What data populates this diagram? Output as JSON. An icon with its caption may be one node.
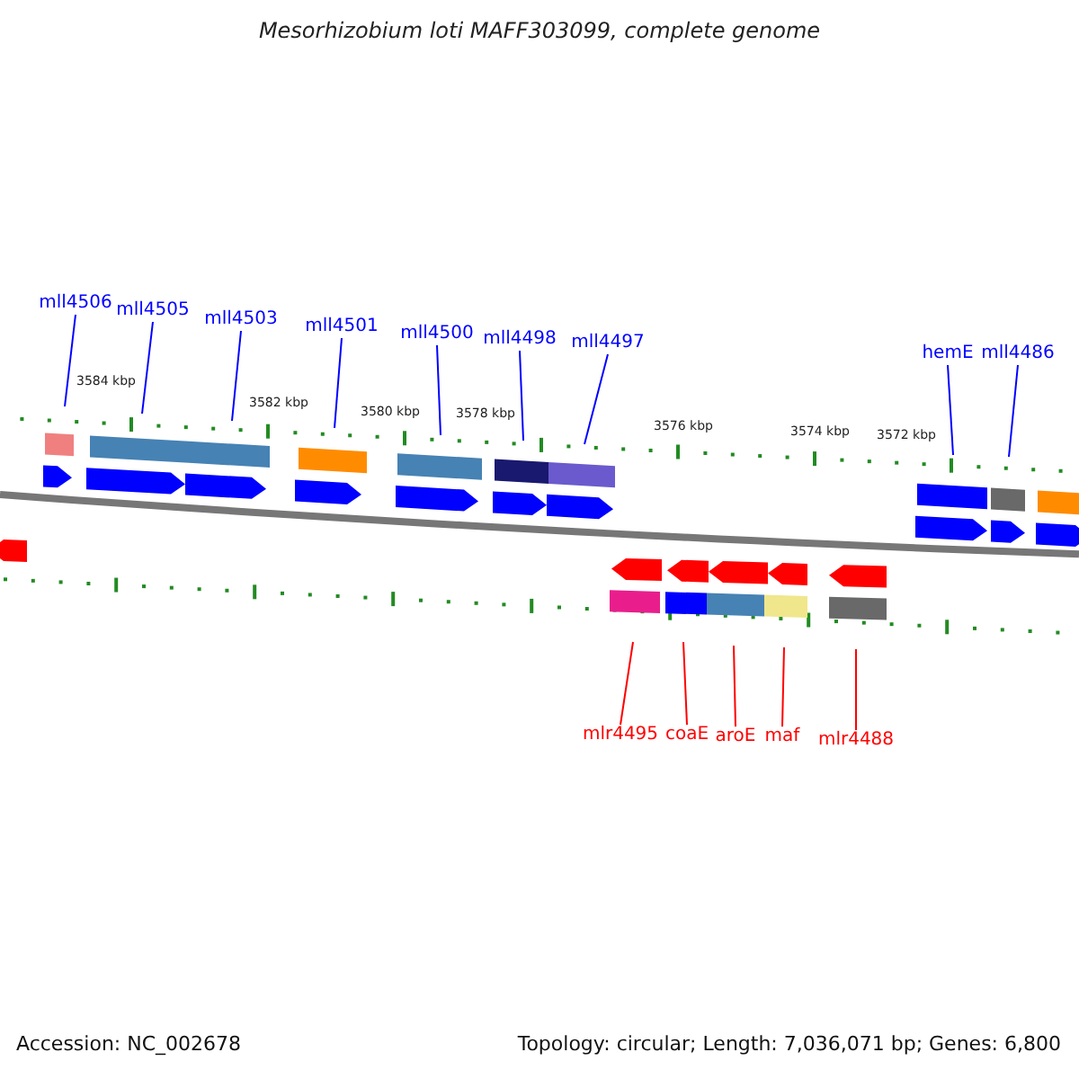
{
  "diagram": {
    "title": "Mesorhizobium loti MAFF303099, complete genome",
    "nodes": [
      {
        "text": [
          "mll4506"
        ]
      },
      {
        "text": [
          "mll4505"
        ]
      },
      {
        "text": [
          "mll4503"
        ]
      },
      {
        "text": [
          "mll4501"
        ]
      },
      {
        "text": [
          "mll4500"
        ]
      },
      {
        "text": [
          "mll4498"
        ]
      },
      {
        "text": [
          "mll4497"
        ]
      },
      {
        "text": [
          "hemE"
        ]
      },
      {
        "text": [
          "mll4486"
        ]
      },
      {
        "text": [
          "mlr4495"
        ]
      },
      {
        "text": [
          "coaE"
        ]
      },
      {
        "text": [
          "aroE"
        ]
      },
      {
        "text": [
          "maf"
        ]
      },
      {
        "text": [
          "mlr4488"
        ]
      }
    ],
    "edges": [
      {
        "from": 0,
        "to": null,
        "arrow": "none"
      },
      {
        "from": 1,
        "to": null,
        "arrow": "none"
      },
      {
        "from": 2,
        "to": null,
        "arrow": "none"
      },
      {
        "from": 3,
        "to": null,
        "arrow": "none"
      },
      {
        "from": 4,
        "to": null,
        "arrow": "none"
      },
      {
        "from": 5,
        "to": null,
        "arrow": "none"
      },
      {
        "from": 6,
        "to": null,
        "arrow": "none"
      },
      {
        "from": 7,
        "to": null,
        "arrow": "none"
      },
      {
        "from": 8,
        "to": null,
        "arrow": "none"
      },
      {
        "from": 9,
        "to": null,
        "arrow": "none",
        "color": "#ff0000"
      },
      {
        "from": 10,
        "to": null,
        "arrow": "none",
        "color": "#ff0000"
      },
      {
        "from": 11,
        "to": null,
        "arrow": "none",
        "color": "#ff0000"
      },
      {
        "from": 12,
        "to": null,
        "arrow": "none",
        "color": "#ff0000"
      },
      {
        "from": 13,
        "to": null,
        "arrow": "none",
        "color": "#ff0000"
      }
    ],
    "labels": [
      "3584 kbp",
      "3582 kbp",
      "3580 kbp",
      "3578 kbp",
      "3576 kbp",
      "3574 kbp",
      "3572 kbp",
      "Accession: NC_002678",
      "Topology: circular; Length: 7,036,071 bp; Genes: 6,800"
    ]
  }
}
